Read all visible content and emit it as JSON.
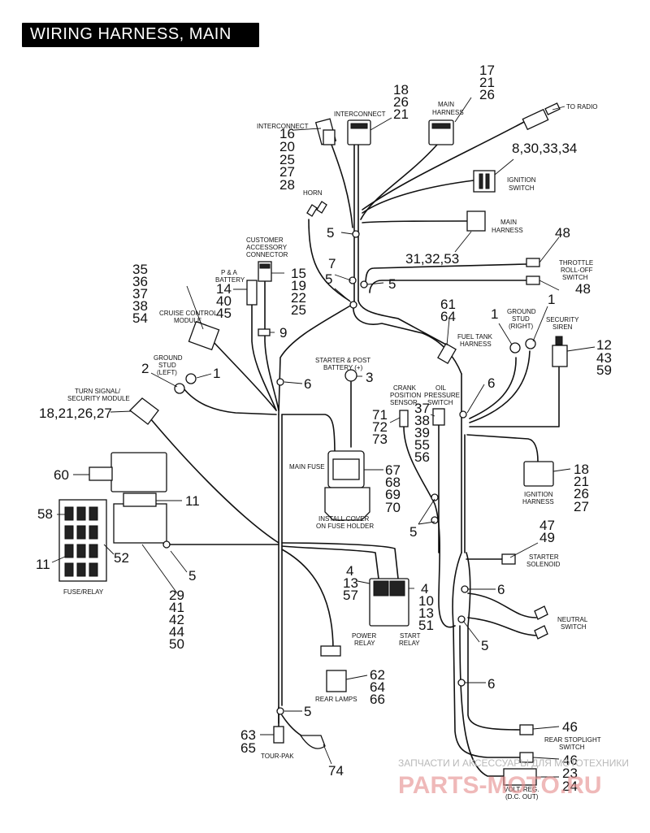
{
  "title": "WIRING HARNESS, MAIN",
  "labels": {
    "to_radio": "TO RADIO",
    "interconnect_left": "INTERCONNECT",
    "interconnect_mid": "INTERCONNECT",
    "main_harness_top_1": "MAIN",
    "main_harness_top_2": "HARNESS",
    "ignition_switch_1": "IGNITION",
    "ignition_switch_2": "SWITCH",
    "horn": "HORN",
    "main_harness_mid_1": "MAIN",
    "main_harness_mid_2": "HARNESS",
    "customer_acc_1": "CUSTOMER",
    "customer_acc_2": "ACCESSORY",
    "customer_acc_3": "CONNECTOR",
    "pa_battery_1": "P & A",
    "pa_battery_2": "BATTERY",
    "cruise_1": "CRUISE CONTROL",
    "cruise_2": "MODULE",
    "throttle_1": "THROTTLE",
    "throttle_2": "ROLL-OFF",
    "throttle_3": "SWITCH",
    "fuel_tank_1": "FUEL TANK",
    "fuel_tank_2": "HARNESS",
    "ground_right_1": "GROUND",
    "ground_right_2": "STUD",
    "ground_right_3": "(RIGHT)",
    "security_siren_1": "SECURITY",
    "security_siren_2": "SIREN",
    "ground_left_1": "GROUND",
    "ground_left_2": "STUD",
    "ground_left_3": "(LEFT)",
    "starter_post_1": "STARTER & POST",
    "starter_post_2": "BATTERY (+)",
    "crank_1": "CRANK",
    "crank_2": "POSITION",
    "crank_3": "SENSOR",
    "oil_1": "OIL",
    "oil_2": "PRESSURE",
    "oil_3": "SWITCH",
    "turn_signal_1": "TURN SIGNAL/",
    "turn_signal_2": "SECURITY MODULE",
    "main_fuse": "MAIN FUSE",
    "install_cover_1": "INSTALL COVER",
    "install_cover_2": "ON FUSE HOLDER",
    "ignition_harness_1": "IGNITION",
    "ignition_harness_2": "HARNESS",
    "fuse_relay": "FUSE/RELAY",
    "starter_solenoid_1": "STARTER",
    "starter_solenoid_2": "SOLENOID",
    "neutral_1": "NEUTRAL",
    "neutral_2": "SWITCH",
    "power_relay_1": "POWER",
    "power_relay_2": "RELAY",
    "start_relay_1": "START",
    "start_relay_2": "RELAY",
    "rear_lamps": "REAR LAMPS",
    "rear_stoplight_1": "REAR STOPLIGHT",
    "rear_stoplight_2": "SWITCH",
    "tour_pak": "TOUR-PAK",
    "volt_reg_1": "VOLT. REG.",
    "volt_reg_2": "(D.C. OUT)"
  },
  "callouts": {
    "c17": "17",
    "c21a": "21",
    "c26a": "26",
    "c18a": "18",
    "c26b": "26",
    "c21b": "21",
    "c16": "16",
    "c20": "20",
    "c25a": "25",
    "c27a": "27",
    "c28": "28",
    "c8_30": "8,30,33,34",
    "c5_horn": "5",
    "c31": "31,32,53",
    "c48a": "48",
    "c48b": "48",
    "c7": "7",
    "c5a": "5",
    "c5b": "5",
    "c35": "35",
    "c36": "36",
    "c37a": "37",
    "c38a": "38",
    "c54": "54",
    "c14": "14",
    "c40": "40",
    "c45": "45",
    "c15": "15",
    "c19": "19",
    "c22": "22",
    "c25b": "25",
    "c9": "9",
    "c61": "61",
    "c64a": "64",
    "c1_right": "1",
    "c1_siren": "1",
    "c12": "12",
    "c43": "43",
    "c59": "59",
    "c2": "2",
    "c1_left": "1",
    "c6a": "6",
    "c3": "3",
    "c18b": "18,21,26,27",
    "c71": "71",
    "c72": "72",
    "c73": "73",
    "c37b": "37",
    "c38b": "38",
    "c39": "39",
    "c55": "55",
    "c56": "56",
    "c6b": "6",
    "c18c": "18",
    "c21c": "21",
    "c26c": "26",
    "c27c": "27",
    "c60": "60",
    "c67": "67",
    "c68": "68",
    "c69": "69",
    "c70": "70",
    "c11a": "11",
    "c58": "58",
    "c11b": "11",
    "c52": "52",
    "c5c": "5",
    "c47": "47",
    "c49": "49",
    "c5d": "5",
    "c29": "29",
    "c41": "41",
    "c42": "42",
    "c44": "44",
    "c50": "50",
    "c4a": "4",
    "c13a": "13",
    "c57": "57",
    "c4b": "4",
    "c10": "10",
    "c13b": "13",
    "c51": "51",
    "c6c": "6",
    "c5e": "5",
    "c62": "62",
    "c64b": "64",
    "c66": "66",
    "c6d": "6",
    "c5f": "5",
    "c46a": "46",
    "c63": "63",
    "c65": "65",
    "c46b": "46",
    "c23": "23",
    "c24": "24",
    "c74": "74"
  },
  "watermark": {
    "line1": "ЗАПЧАСТИ И АКСЕССУАРЫ ДЛЯ МОТОТЕХНИКИ",
    "line2": "PARTS-MOTO.RU"
  }
}
